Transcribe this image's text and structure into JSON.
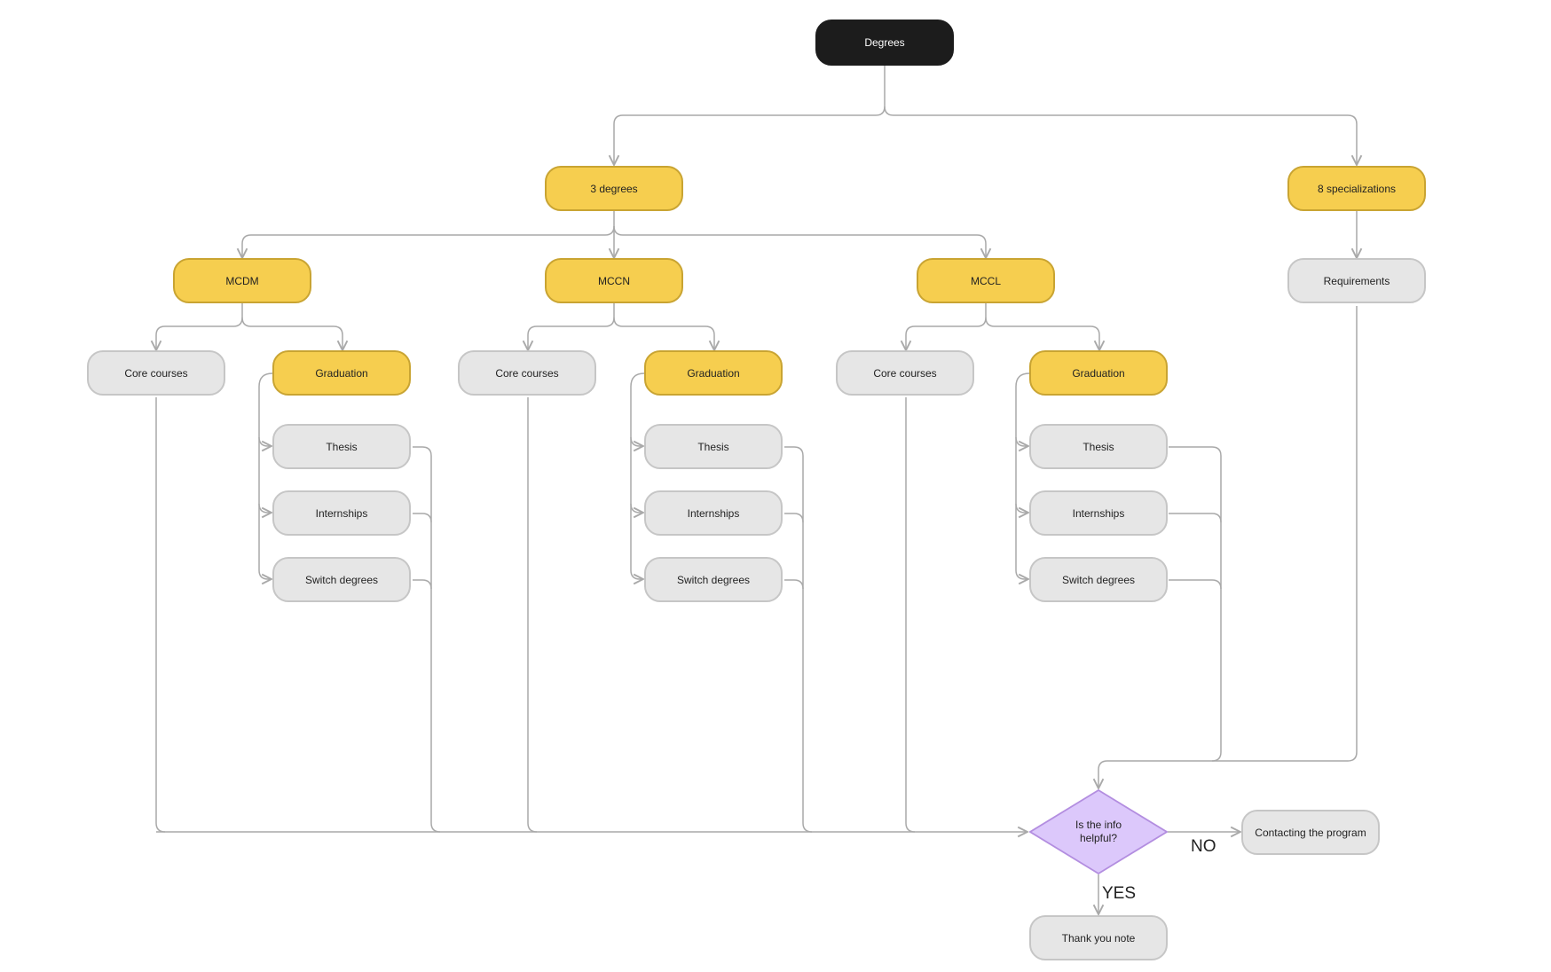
{
  "colors": {
    "dark_fill": "#1c1c1c",
    "yellow_fill": "#f6ce4f",
    "gray_fill": "#e6e6e6",
    "decision_fill": "#dcc8fb",
    "connector": "#a9a9a9"
  },
  "nodes": {
    "root": "Degrees",
    "three_degrees": "3 degrees",
    "specializations": "8 specializations",
    "mcdm": "MCDM",
    "mccn": "MCCN",
    "mccl": "MCCL",
    "requirements": "Requirements",
    "mcdm_core": "Core courses",
    "mcdm_graduation": "Graduation",
    "mcdm_thesis": "Thesis",
    "mcdm_internships": "Internships",
    "mcdm_switch": "Switch degrees",
    "mccn_core": "Core courses",
    "mccn_graduation": "Graduation",
    "mccn_thesis": "Thesis",
    "mccn_internships": "Internships",
    "mccn_switch": "Switch degrees",
    "mccl_core": "Core courses",
    "mccl_graduation": "Graduation",
    "mccl_thesis": "Thesis",
    "mccl_internships": "Internships",
    "mccl_switch": "Switch degrees",
    "decision": "Is the info helpful?",
    "contact": "Contacting the program",
    "thank_you": "Thank you note"
  },
  "edge_labels": {
    "no": "NO",
    "yes": "YES"
  }
}
